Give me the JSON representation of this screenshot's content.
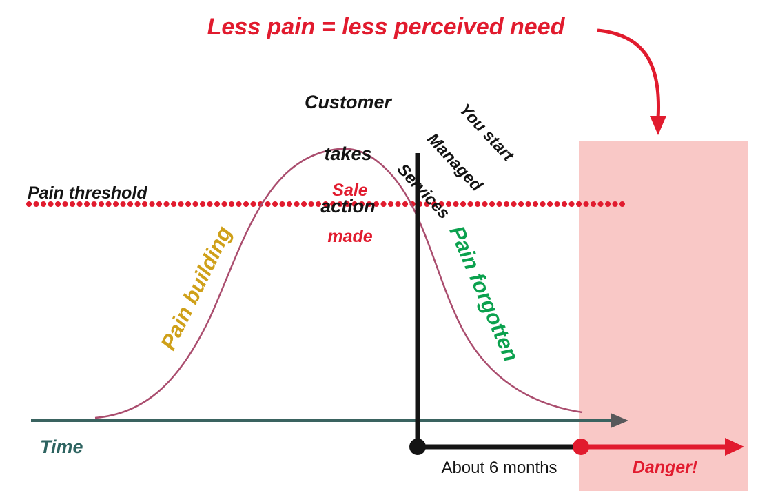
{
  "diagram": {
    "title": "Less pain = less perceived need",
    "threshold_label": "Pain threshold",
    "time_label": "Time",
    "annotations": {
      "customer_action": {
        "lines": [
          "Customer",
          "takes",
          "action"
        ]
      },
      "managed_services": {
        "lines": [
          "You start",
          "Managed",
          "Services"
        ]
      },
      "sale_made": {
        "lines": [
          "Sale",
          "made"
        ]
      },
      "pain_building": "Pain building",
      "pain_forgotten": "Pain forgotten",
      "about_duration": "About 6 months",
      "danger": "Danger!"
    },
    "colors": {
      "red": "#e11b2e",
      "danger_zone_fill": "#f9c8c6",
      "gold": "#cfa019",
      "green": "#0ba14e",
      "teal": "#2d6360",
      "curve_maroon": "#aa4d6e",
      "axis_arrow_gray": "#58595b",
      "black": "#141414"
    }
  }
}
